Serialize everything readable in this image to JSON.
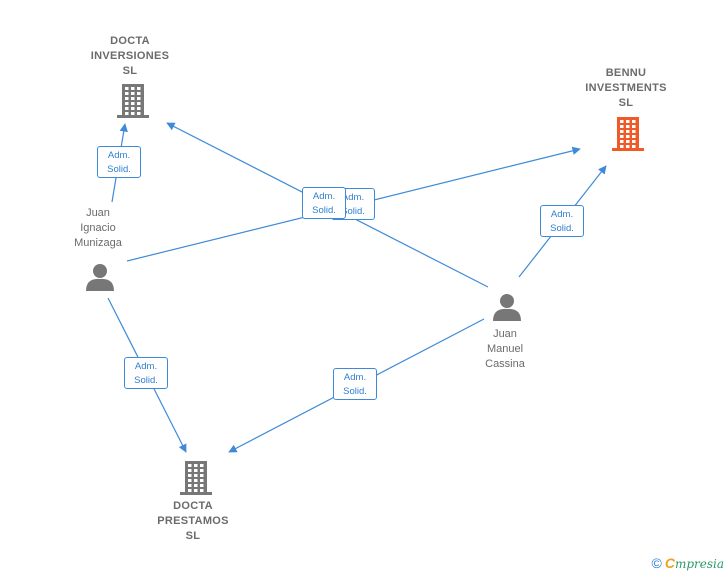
{
  "nodes": {
    "docta_inversiones": {
      "label": "DOCTA\nINVERSIONES\nSL",
      "type": "company",
      "icon": "building-icon",
      "color": "#777777"
    },
    "bennu_investments": {
      "label": "BENNU\nINVESTMENTS\nSL",
      "type": "company",
      "icon": "building-icon",
      "color": "#f05a28"
    },
    "docta_prestamos": {
      "label": "DOCTA\nPRESTAMOS\nSL",
      "type": "company",
      "icon": "building-icon",
      "color": "#777777"
    },
    "juan_ignacio": {
      "label": "Juan\nIgnacio\nMunizaga",
      "type": "person",
      "icon": "person-icon",
      "color": "#777777"
    },
    "juan_manuel": {
      "label": "Juan\nManuel\nCassina",
      "type": "person",
      "icon": "person-icon",
      "color": "#777777"
    }
  },
  "edges": [
    {
      "from": "juan_ignacio",
      "to": "docta_inversiones",
      "label": "Adm.\nSolid."
    },
    {
      "from": "juan_ignacio",
      "to": "bennu_investments",
      "label": "Adm.\nSolid."
    },
    {
      "from": "juan_manuel",
      "to": "docta_inversiones",
      "label": "Adm.\nSolid."
    },
    {
      "from": "juan_manuel",
      "to": "bennu_investments",
      "label": "Adm.\nSolid."
    },
    {
      "from": "juan_ignacio",
      "to": "docta_prestamos",
      "label": "Adm.\nSolid."
    },
    {
      "from": "juan_manuel",
      "to": "docta_prestamos",
      "label": "Adm.\nSolid."
    }
  ],
  "colors": {
    "edge": "#3f8ad8",
    "badge_text": "#2f7fd0"
  },
  "brand": {
    "copyright": "©",
    "initial": "C",
    "name": "mpresia"
  }
}
